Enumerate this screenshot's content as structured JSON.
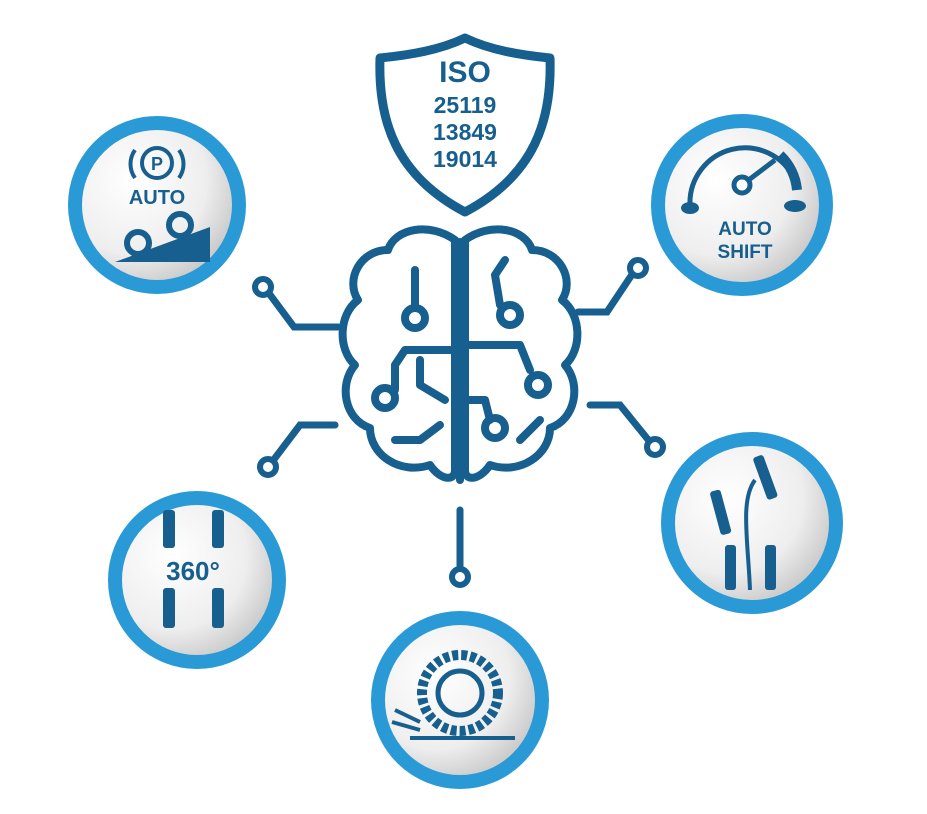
{
  "shield": {
    "title": "ISO",
    "standards": [
      "25119",
      "13849",
      "19014"
    ]
  },
  "features": {
    "auto_park": {
      "label": "AUTO",
      "icon": "parking-brake-icon"
    },
    "auto_shift": {
      "label_1": "AUTO",
      "label_2": "SHIFT",
      "icon": "speedometer-icon"
    },
    "steering_360": {
      "label": "360°",
      "icon": "four-wheel-steering-icon"
    },
    "traction": {
      "icon": "tire-slip-icon"
    },
    "path": {
      "icon": "curved-path-tracks-icon"
    }
  },
  "colors": {
    "dark": "#175f8e",
    "ring": "#2a9ad6",
    "bg": "#ffffff"
  }
}
